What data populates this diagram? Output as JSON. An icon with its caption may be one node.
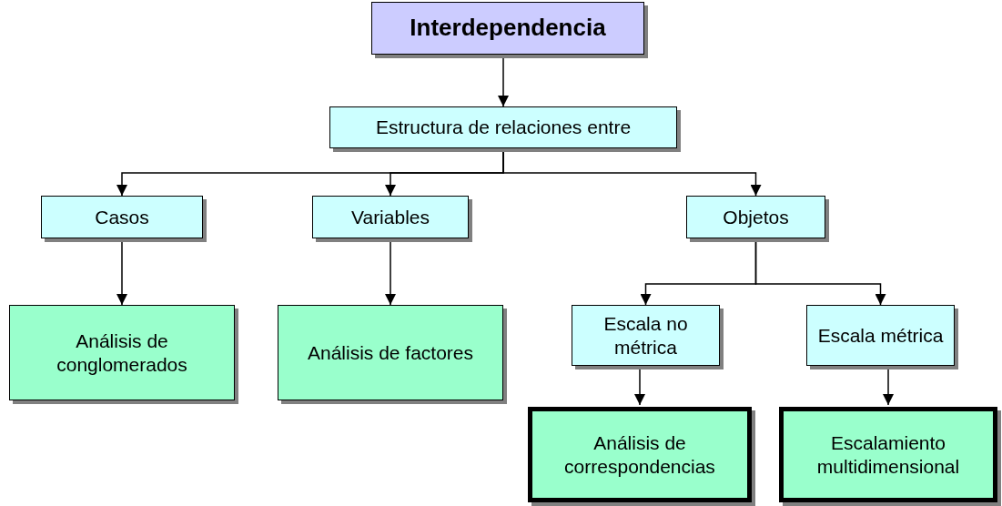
{
  "diagram": {
    "nodes": [
      {
        "text": [
          "Interdependencia"
        ]
      },
      {
        "text": [
          "Estructura de relaciones entre"
        ]
      },
      {
        "text": [
          "Casos"
        ]
      },
      {
        "text": [
          "Variables"
        ]
      },
      {
        "text": [
          "Objetos"
        ]
      },
      {
        "text": [
          "Análisis de conglomerados"
        ]
      },
      {
        "text": [
          "Análisis de factores"
        ]
      },
      {
        "text": [
          "Escala no métrica"
        ]
      },
      {
        "text": [
          "Escala métrica"
        ]
      },
      {
        "text": [
          "Análisis de correspondencias"
        ]
      },
      {
        "text": [
          "Escalamiento multidimensional"
        ]
      }
    ],
    "edges": [
      {
        "from": 0,
        "to": 1,
        "arrow": "to"
      },
      {
        "from": 1,
        "to": 2,
        "arrow": "to"
      },
      {
        "from": 1,
        "to": 3,
        "arrow": "to"
      },
      {
        "from": 1,
        "to": 4,
        "arrow": "to"
      },
      {
        "from": 2,
        "to": 5,
        "arrow": "to"
      },
      {
        "from": 3,
        "to": 6,
        "arrow": "to"
      },
      {
        "from": 4,
        "to": 7,
        "arrow": "to"
      },
      {
        "from": 4,
        "to": 8,
        "arrow": "to"
      },
      {
        "from": 7,
        "to": 9,
        "arrow": "to"
      },
      {
        "from": 8,
        "to": 10,
        "arrow": "to"
      }
    ]
  }
}
